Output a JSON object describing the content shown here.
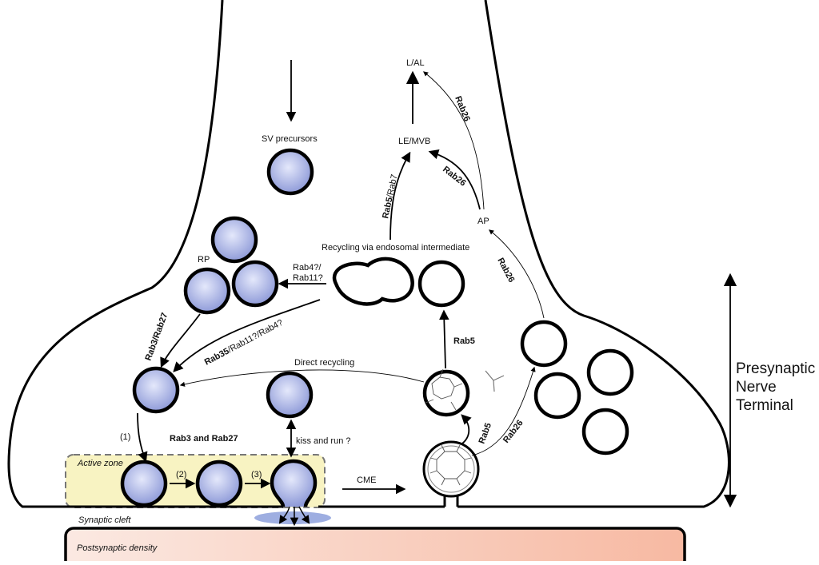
{
  "labels": {
    "sv_precursors": "SV precursors",
    "l_al": "L/AL",
    "le_mvb": "LE/MVB",
    "ap": "AP",
    "rp": "RP",
    "recycling_endosomal": "Recycling via endosomal intermediate",
    "rab4_q": "Rab4?/",
    "rab11_q": "Rab11?",
    "direct_recycling": "Direct recycling",
    "rab3_rab27": "Rab3/Rab27",
    "rab35_bold": "Rab35",
    "rab35_rest": "/Rab11?/Rab4?",
    "rab5_rab7_bold": "Rab5",
    "rab5_rab7_rest": "/Rab7",
    "rab26_top": "Rab26",
    "rab26_ap": "Rab26",
    "rab26_side": "Rab26",
    "rab26_bottom": "Rab26",
    "rab5_up": "Rab5",
    "rab5_small": "Rab5",
    "step1": "(1)",
    "step2": "(2)",
    "step3": "(3)",
    "rab3_and_rab27": "Rab3 and Rab27",
    "kiss_and_run": "kiss and run ?",
    "cme": "CME",
    "active_zone": "Active zone",
    "synaptic_cleft": "Synaptic cleft",
    "postsynaptic_density": "Postsynaptic density",
    "terminal_line1": "Presynaptic",
    "terminal_line2": "Nerve",
    "terminal_line3": "Terminal"
  },
  "colors": {
    "vesicle_fill_center": "#e4e8fb",
    "vesicle_fill_edge": "#8e9ad8",
    "active_zone_fill": "#f8f3c2",
    "postsynaptic_left": "#fbe9e2",
    "postsynaptic_right": "#f7b9a2",
    "release_cloud": "#8da0dc"
  }
}
